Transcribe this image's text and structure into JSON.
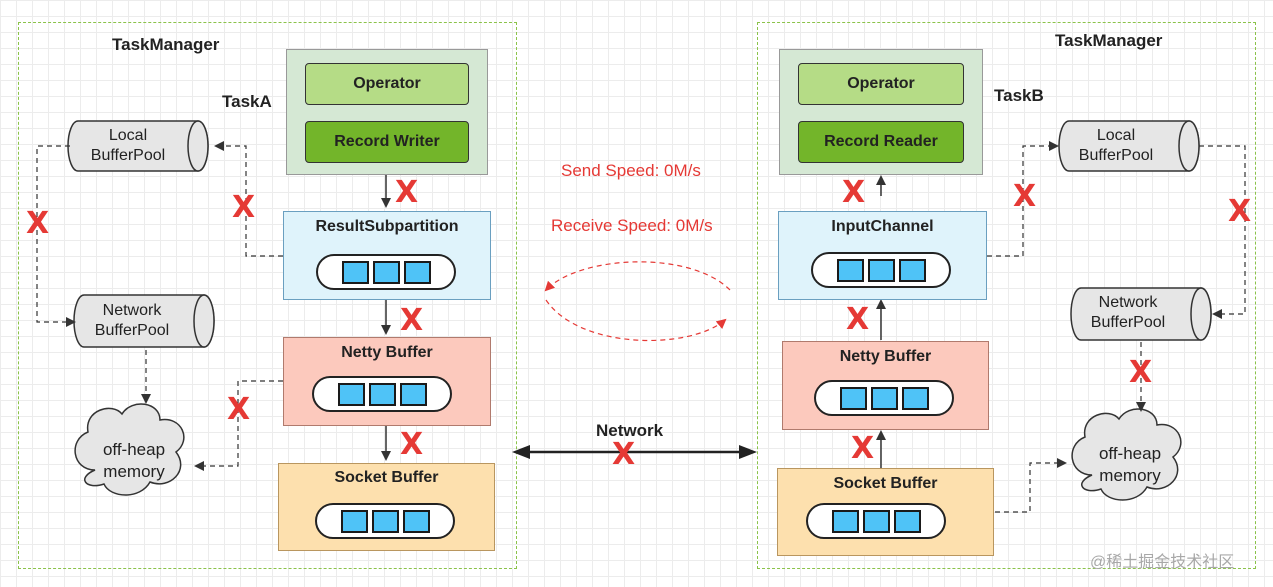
{
  "left": {
    "tm_label": "TaskManager",
    "task_label": "TaskA",
    "operator": "Operator",
    "writer": "Record Writer",
    "result_subpartition": "ResultSubpartition",
    "netty_buffer": "Netty Buffer",
    "socket_buffer": "Socket Buffer",
    "local_pool": [
      "Local",
      "BufferPool"
    ],
    "network_pool": [
      "Network",
      "BufferPool"
    ],
    "offheap": [
      "off-heap",
      "memory"
    ]
  },
  "right": {
    "tm_label": "TaskManager",
    "task_label": "TaskB",
    "operator": "Operator",
    "reader": "Record Reader",
    "input_channel": "InputChannel",
    "netty_buffer": "Netty Buffer",
    "socket_buffer": "Socket Buffer",
    "local_pool": [
      "Local",
      "BufferPool"
    ],
    "network_pool": [
      "Network",
      "BufferPool"
    ],
    "offheap": [
      "off-heap",
      "memory"
    ]
  },
  "center": {
    "send_speed": "Send Speed: 0M/s",
    "receive_speed": "Receive Speed: 0M/s",
    "network": "Network"
  },
  "marker": "X",
  "watermark": "@稀土掘金技术社区",
  "colors": {
    "frame": "#8bc34a",
    "red": "#e53935",
    "slot": "#4fc3f7"
  }
}
